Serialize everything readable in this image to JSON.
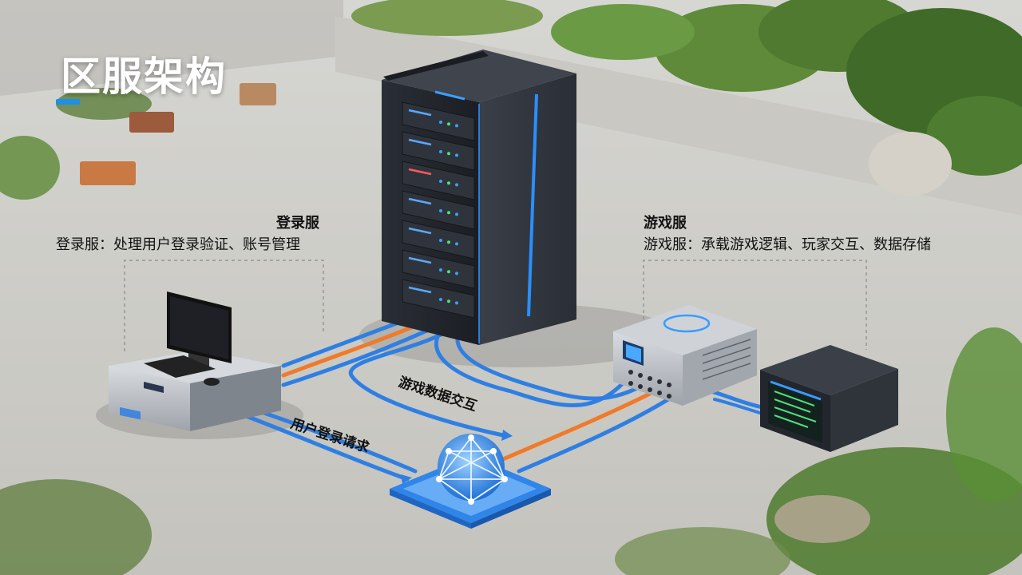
{
  "title": "区服架构",
  "login_server": {
    "heading": "登录服",
    "description": "登录服：处理用户登录验证、账号管理"
  },
  "game_server": {
    "heading": "游戏服",
    "description": "游戏服：承载游戏逻辑、玩家交互、数据存储"
  },
  "flows": {
    "game_data": "游戏数据交互",
    "user_login": "用户登录请求"
  },
  "colors": {
    "accent": "#1e8fe6",
    "cable_blue": "#2f7fe3",
    "cable_orange": "#f07a2a"
  }
}
